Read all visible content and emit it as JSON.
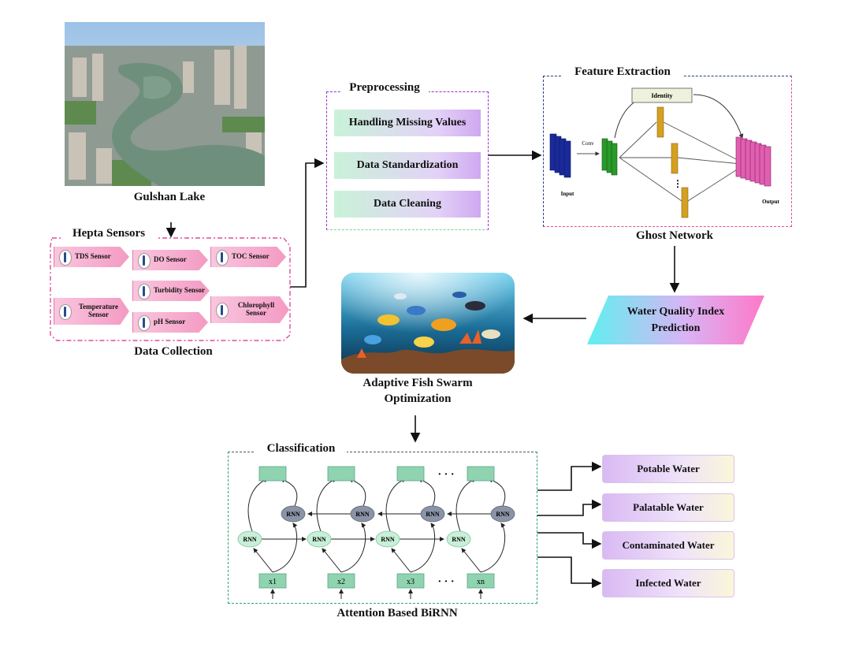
{
  "lake": {
    "label": "Gulshan Lake"
  },
  "sensors": {
    "title": "Hepta Sensors",
    "items": [
      "TDS Sensor",
      "DO Sensor",
      "TOC Sensor",
      "Turbidity Sensor",
      "Temperature Sensor",
      "Chlorophyll Sensor",
      "pH Sensor"
    ],
    "caption": "Data Collection"
  },
  "preprocessing": {
    "title": "Preprocessing",
    "steps": [
      "Handling Missing Values",
      "Data Standardization",
      "Data Cleaning"
    ]
  },
  "feature": {
    "title": "Feature Extraction",
    "identity": "Identity",
    "conv": "Conv",
    "input": "Input",
    "output": "Output",
    "caption": "Ghost Network"
  },
  "wqi": {
    "line1": "Water Quality Index",
    "line2": "Prediction"
  },
  "afso": {
    "line1": "Adaptive Fish Swarm",
    "line2": "Optimization"
  },
  "classification": {
    "title": "Classification",
    "rnn": "RNN",
    "inputs": [
      "x1",
      "x2",
      "x3",
      "xn"
    ],
    "dots": "· · ·",
    "caption": "Attention Based BiRNN"
  },
  "outputs": [
    "Potable Water",
    "Palatable Water",
    "Contaminated Water",
    "Infected Water"
  ]
}
